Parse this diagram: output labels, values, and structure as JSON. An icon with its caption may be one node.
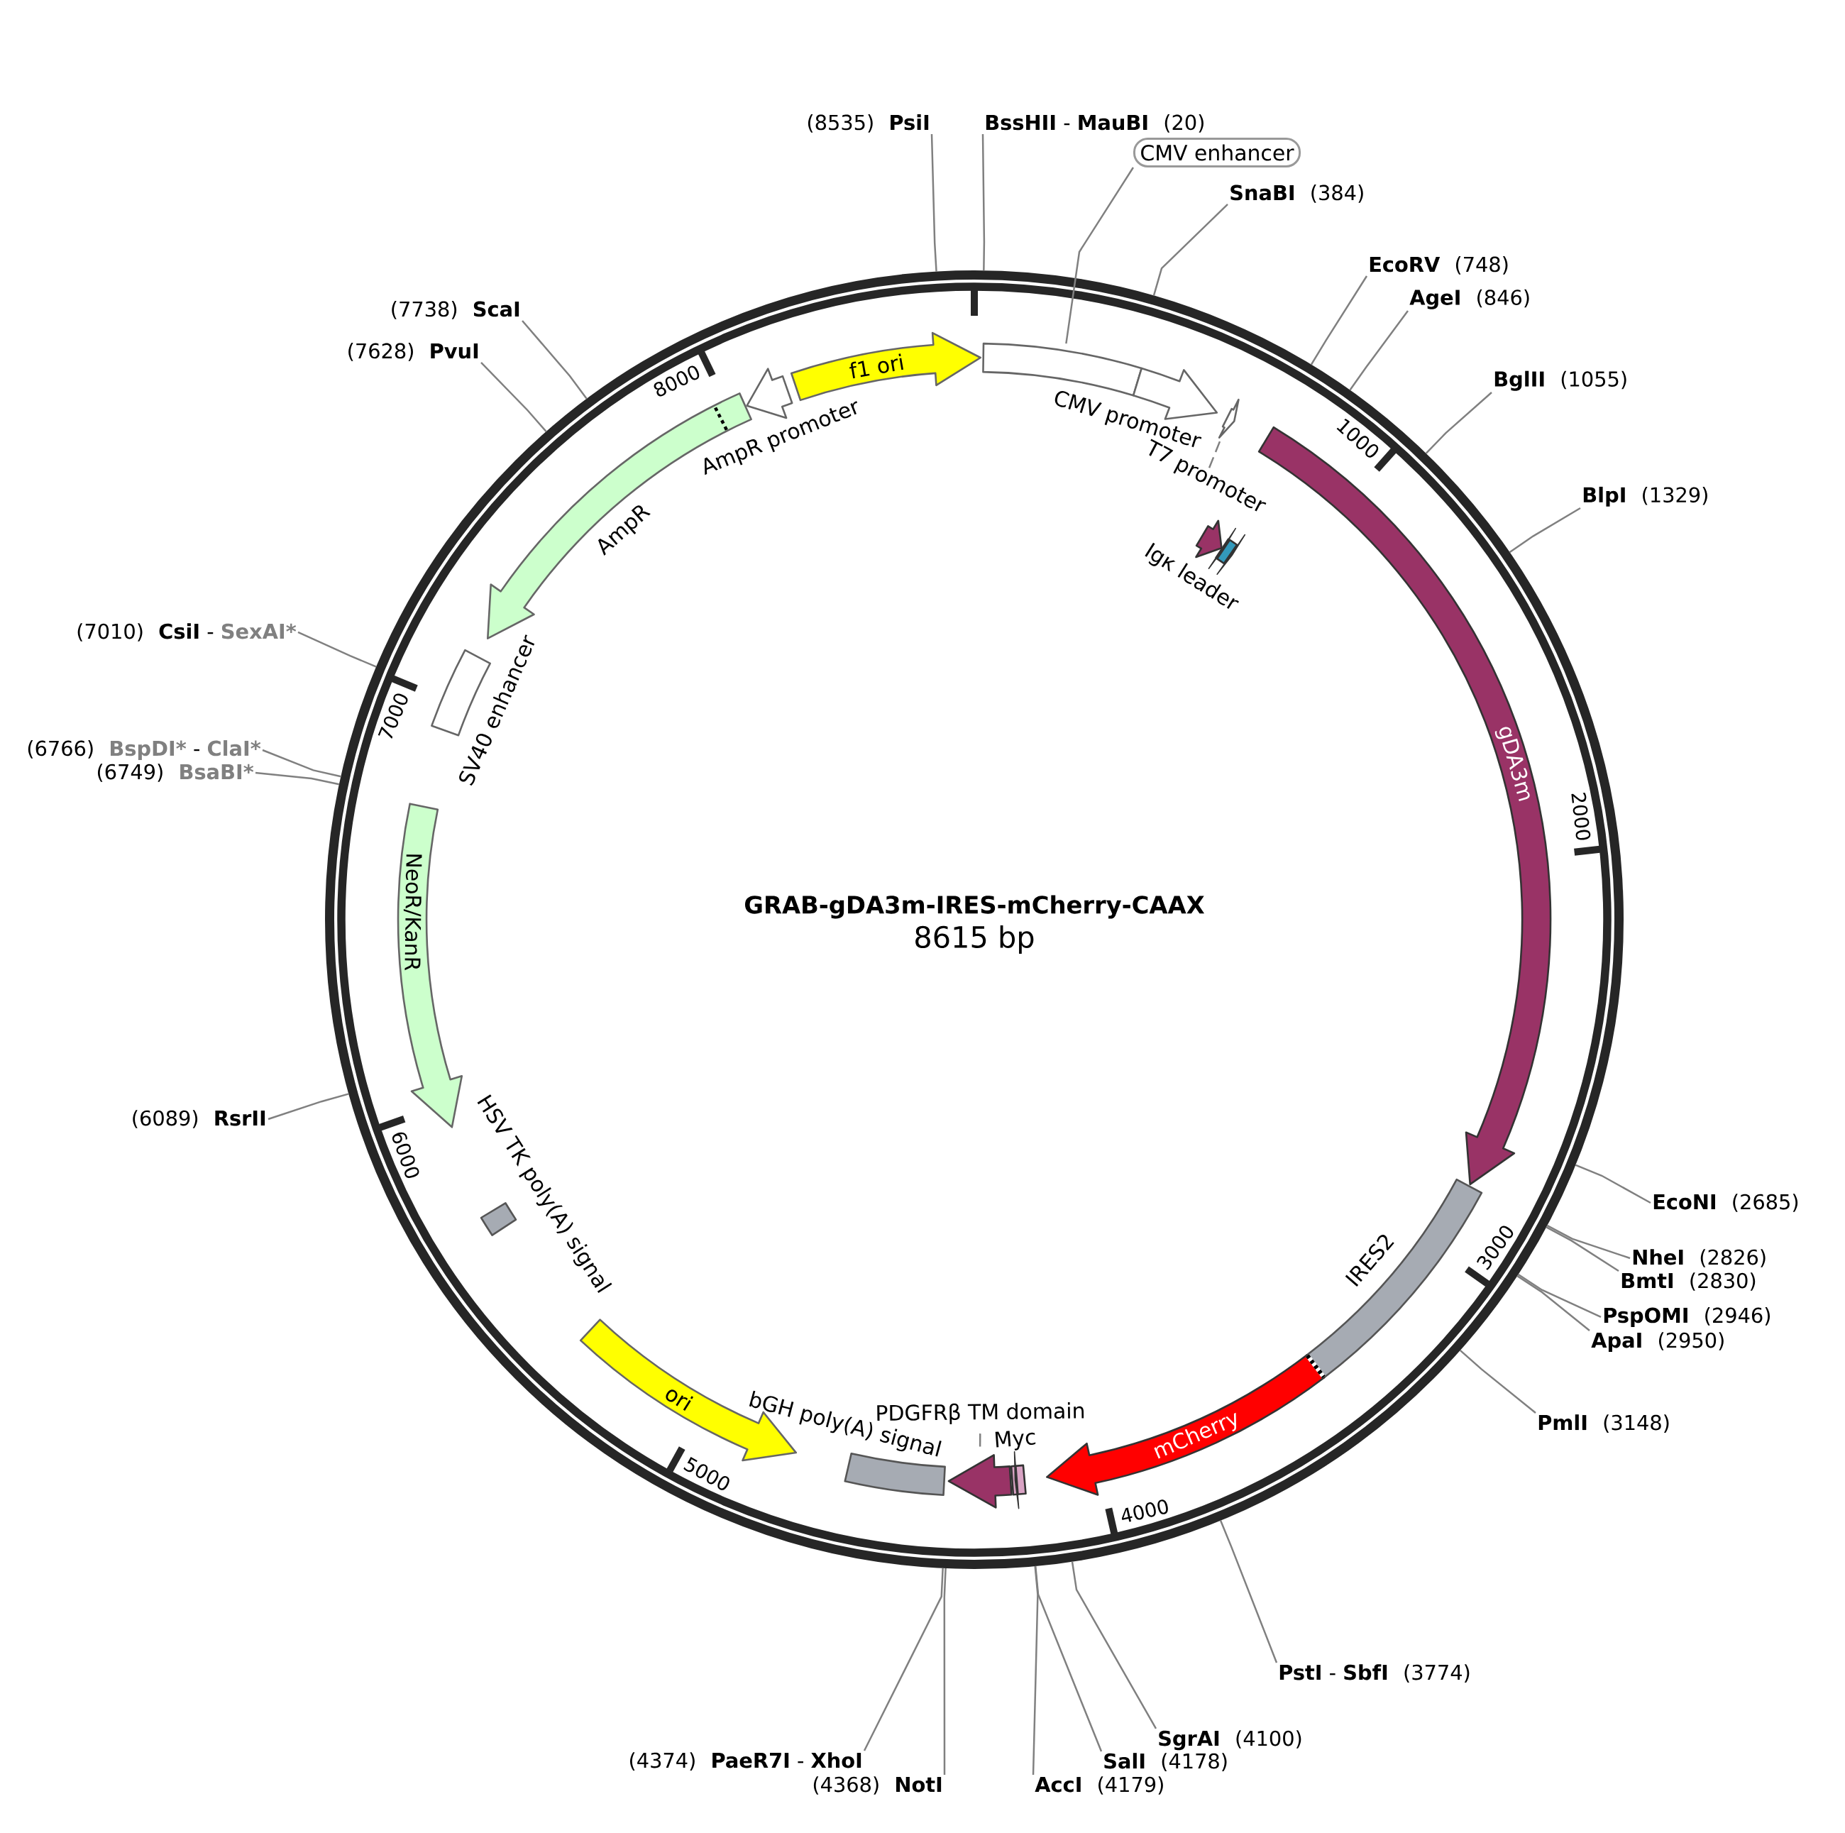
{
  "diagram": {
    "title": "GRAB-gDA3m-IRES-mCherry-CAAX",
    "nodes": [
      {
        "text": [],
        "shape": "circle"
      },
      {
        "text": [],
        "shape": "bar",
        "in": 0
      },
      {
        "text": [
          "CMV enhancer"
        ]
      },
      {
        "text": [
          "CMV promoter"
        ],
        "in": 0
      },
      {
        "text": [],
        "shape": "arrow",
        "in": 0
      },
      {
        "text": [
          "T7 promoter"
        ],
        "in": 0
      },
      {
        "text": [
          "Igκ leader"
        ],
        "in": 0
      },
      {
        "text": [],
        "shape": "arrow",
        "in": 0
      },
      {
        "text": [],
        "shape": "bar",
        "in": 0
      },
      {
        "text": [],
        "shape": "arrow",
        "in": 0
      },
      {
        "text": [
          "gDA3m"
        ],
        "in": 0
      },
      {
        "text": [
          "IRES2"
        ],
        "in": 0
      },
      {
        "text": [
          "mCherry"
        ],
        "in": 0
      },
      {
        "text": [
          "Myc"
        ],
        "in": 0
      },
      {
        "text": [],
        "shape": "arrow",
        "in": 0
      },
      {
        "text": [],
        "shape": "arrow",
        "in": 0
      },
      {
        "text": [
          "PDGFRβ TM domain"
        ],
        "in": 0
      },
      {
        "text": [
          "bGH poly(A) signal"
        ],
        "in": 0
      },
      {
        "text": [
          "ori"
        ],
        "in": 0
      },
      {
        "text": [
          "HSV TK poly(A) signal"
        ],
        "in": 0
      },
      {
        "text": [
          "NeoR/KanR"
        ],
        "in": 0
      },
      {
        "text": [
          "SV40 enhancer"
        ],
        "in": 0
      },
      {
        "text": [
          "AmpR"
        ],
        "in": 0
      },
      {
        "text": [
          "AmpR promoter"
        ],
        "in": 0
      },
      {
        "text": [
          "f1 ori"
        ],
        "in": 0
      },
      {
        "text": [
          "BssHII",
          "-",
          "MauBI",
          "(20)"
        ]
      },
      {
        "text": [
          "SnaBI",
          "(384)"
        ]
      },
      {
        "text": [
          "EcoRV",
          "(748)"
        ]
      },
      {
        "text": [
          "AgeI",
          "(846)"
        ]
      },
      {
        "text": [
          "BglII",
          "(1055)"
        ]
      },
      {
        "text": [
          "BlpI",
          "(1329)"
        ]
      },
      {
        "text": [
          "EcoNI",
          "(2685)"
        ]
      },
      {
        "text": [
          "NheI",
          "(2826)"
        ]
      },
      {
        "text": [
          "BmtI",
          "(2830)"
        ]
      },
      {
        "text": [
          "PspOMI",
          "(2946)"
        ]
      },
      {
        "text": [
          "ApaI",
          "(2950)"
        ]
      },
      {
        "text": [
          "PmlI",
          "(3148)"
        ]
      },
      {
        "text": [
          "PstI",
          "-",
          "SbfI",
          "(3774)"
        ]
      },
      {
        "text": [
          "SgrAI",
          "(4100)"
        ]
      },
      {
        "text": [
          "SalI",
          "(4178)"
        ]
      },
      {
        "text": [
          "AccI",
          "(4179)"
        ]
      },
      {
        "text": [
          "(4368)",
          "NotI"
        ]
      },
      {
        "text": [
          "(4374)",
          "PaeR7I",
          "-",
          "XhoI"
        ]
      },
      {
        "text": [
          "(6089)",
          "RsrII"
        ]
      },
      {
        "text": [
          "(6749)",
          "BsaBI*"
        ]
      },
      {
        "text": [
          "(6766)",
          "BspDI*",
          "-",
          "ClaI*"
        ]
      },
      {
        "text": [
          "(7010)",
          "CsiI",
          "-",
          "SexAI*"
        ]
      },
      {
        "text": [
          "(7628)",
          "PvuI"
        ]
      },
      {
        "text": [
          "(7738)",
          "ScaI"
        ]
      },
      {
        "text": [
          "(8535)",
          "PsiI"
        ]
      }
    ],
    "edges": [
      {
        "from": 2,
        "to": 1,
        "arrow": "none"
      },
      {
        "from": 5,
        "to": 4,
        "arrow": "none",
        "style": "dashed"
      },
      {
        "from": 16,
        "to": 15,
        "arrow": "none"
      },
      {
        "from": 25,
        "to": 0,
        "arrow": "none"
      },
      {
        "from": 26,
        "to": 0,
        "arrow": "none"
      },
      {
        "from": 27,
        "to": 0,
        "arrow": "none"
      },
      {
        "from": 28,
        "to": 0,
        "arrow": "none"
      },
      {
        "from": 29,
        "to": 0,
        "arrow": "none"
      },
      {
        "from": 30,
        "to": 0,
        "arrow": "none"
      },
      {
        "from": 31,
        "to": 0,
        "arrow": "none"
      },
      {
        "from": 32,
        "to": 0,
        "arrow": "none"
      },
      {
        "from": 33,
        "to": 0,
        "arrow": "none"
      },
      {
        "from": 34,
        "to": 0,
        "arrow": "none"
      },
      {
        "from": 35,
        "to": 0,
        "arrow": "none"
      },
      {
        "from": 36,
        "to": 0,
        "arrow": "none"
      },
      {
        "from": 37,
        "to": 0,
        "arrow": "none"
      },
      {
        "from": 38,
        "to": 0,
        "arrow": "none"
      },
      {
        "from": 39,
        "to": 0,
        "arrow": "none"
      },
      {
        "from": 40,
        "to": 0,
        "arrow": "none"
      },
      {
        "from": 41,
        "to": 0,
        "arrow": "none"
      },
      {
        "from": 42,
        "to": 0,
        "arrow": "none"
      },
      {
        "from": 43,
        "to": 0,
        "arrow": "none"
      },
      {
        "from": 44,
        "to": 0,
        "arrow": "none"
      },
      {
        "from": 45,
        "to": 0,
        "arrow": "none"
      },
      {
        "from": 46,
        "to": 0,
        "arrow": "none"
      },
      {
        "from": 47,
        "to": 0,
        "arrow": "none"
      },
      {
        "from": 48,
        "to": 0,
        "arrow": "none"
      },
      {
        "from": 49,
        "to": 0,
        "arrow": "none"
      }
    ],
    "labels": [
      "8000",
      "1000",
      "7000",
      "2000",
      "8615 bp",
      "6000",
      "3000",
      "5000",
      "4000"
    ]
  }
}
